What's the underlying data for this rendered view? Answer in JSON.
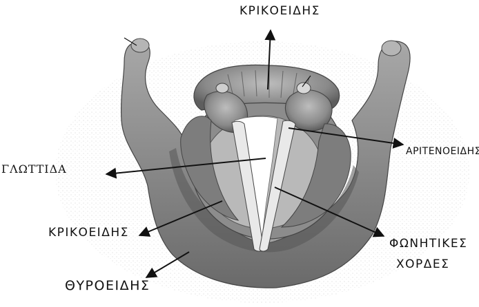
{
  "diagram": {
    "labels": {
      "top_cricoid": "ΚΡΙΚΟΕΙΔΗΣ",
      "arytenoid": "ΑΡΙΤΕΝΟΕΙΔΗΣ",
      "glottis": "ΓΛΩΤΤΙΔΑ",
      "left_cricoid": "ΚΡΙΚΟΕΙΔΗΣ",
      "vocal_cords_line1": "ΦΩΝΗΤΙΚΕΣ",
      "vocal_cords_line2": "ΧΟΡΔΕΣ",
      "thyroid": "ΘΥΡΟΕΙΔΗΣ"
    },
    "colors": {
      "ink": "#111111",
      "tissue_dark": "#6e6e6e",
      "tissue_mid": "#9a9a9a",
      "tissue_light": "#c9c9c9",
      "background": "#ffffff"
    }
  }
}
